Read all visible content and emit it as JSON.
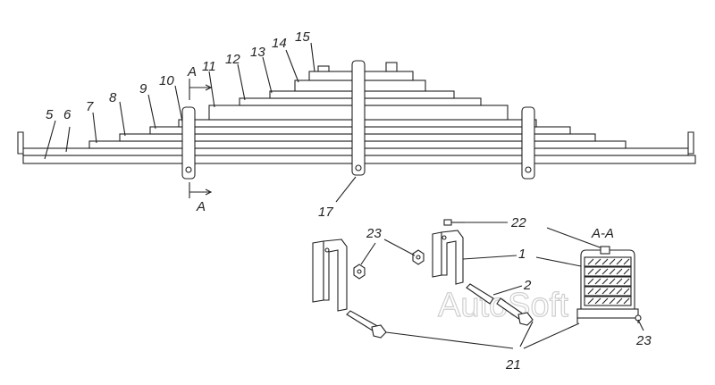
{
  "diagram": {
    "subject": "leaf spring assembly",
    "callouts": {
      "c5": "5",
      "c6": "6",
      "c7": "7",
      "c8": "8",
      "c9": "9",
      "c10": "10",
      "c11": "11",
      "c12": "12",
      "c13": "13",
      "c14": "14",
      "c15": "15",
      "c17": "17",
      "c23a": "23",
      "c22": "22",
      "c1": "1",
      "c2": "2",
      "c21": "21",
      "c23b": "23"
    },
    "section_marks": {
      "top": "A",
      "bottom": "A",
      "view": "A-A"
    },
    "watermark": "AutoSoft"
  }
}
